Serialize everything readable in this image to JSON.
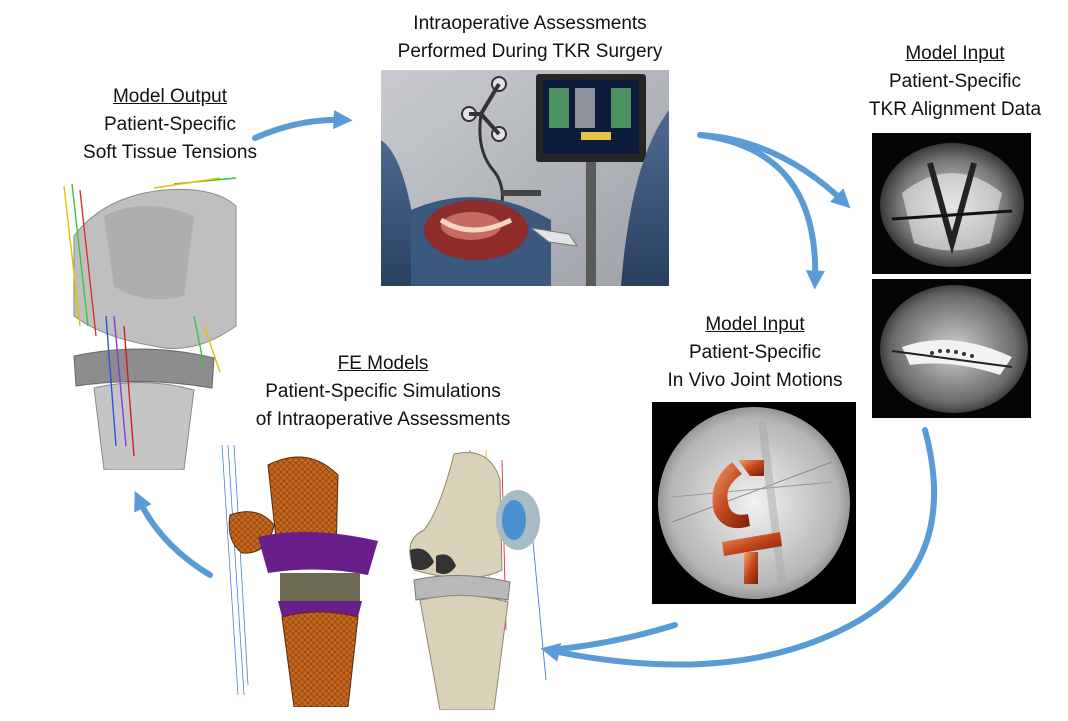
{
  "colors": {
    "arrow": "#5b9bd5",
    "text": "#111111",
    "mesh_orange": "#c8681e",
    "implant_purple": "#6a1e8a",
    "bone_cream": "#d9d2b8",
    "model_gray": "#b8b8b8"
  },
  "surgery": {
    "line1": "Intraoperative Assessments",
    "line2": "Performed During TKR Surgery"
  },
  "model_output": {
    "heading": "Model Output",
    "line1": "Patient-Specific",
    "line2": "Soft Tissue Tensions"
  },
  "alignment_input": {
    "heading": "Model Input",
    "line1": "Patient-Specific",
    "line2": "TKR Alignment Data"
  },
  "motion_input": {
    "heading": "Model Input",
    "line1": "Patient-Specific",
    "line2": "In Vivo Joint Motions"
  },
  "fe_models": {
    "heading": "FE Models",
    "line1": "Patient-Specific Simulations",
    "line2": "of Intraoperative Assessments"
  }
}
